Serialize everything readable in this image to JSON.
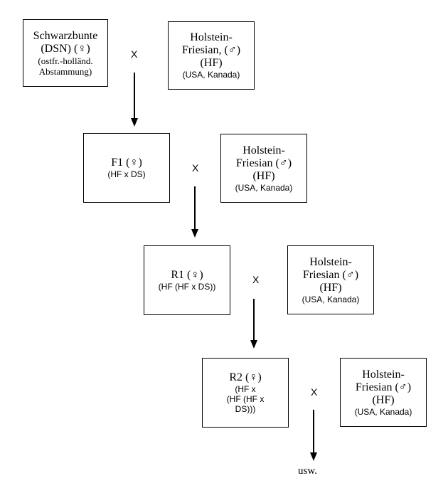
{
  "female_start": {
    "line1": "Schwarzbunte",
    "line2": "(DSN) (♀)",
    "line3": "(ostfr.-holländ.",
    "line4": "Abstammung)"
  },
  "sire": {
    "line1": "Holstein-",
    "line2": "Friesian, (♂)",
    "line3": "(HF)",
    "line4": "(USA, Kanada)"
  },
  "sire_b": {
    "line1": "Holstein-",
    "line2": "Friesian (♂)",
    "line3": "(HF)",
    "line4": "(USA, Kanada)"
  },
  "f1": {
    "title": "F1 (♀)",
    "sub": "(HF x DS)"
  },
  "r1": {
    "title": "R1 (♀)",
    "sub": "(HF (HF x DS))"
  },
  "r2": {
    "title": "R2 (♀)",
    "sub1": "(HF x",
    "sub2": "(HF (HF x",
    "sub3": "DS)))"
  },
  "cross_symbol": "X",
  "continuation": "usw."
}
